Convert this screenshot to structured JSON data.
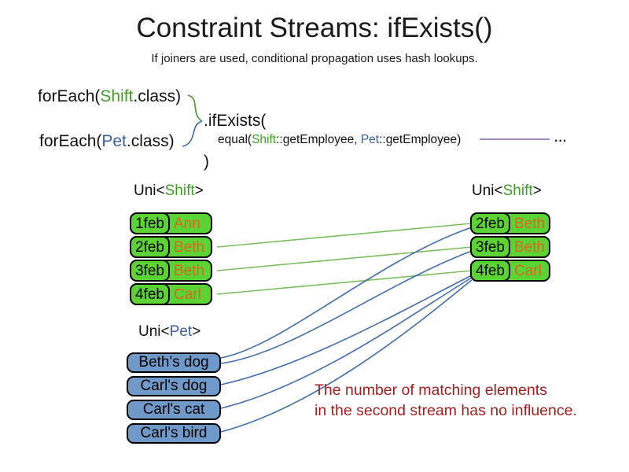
{
  "slide": {
    "title": "Constraint Streams: ifExists()",
    "subtitle": "If joiners are used, conditional propagation uses hash lookups."
  },
  "code": {
    "foreach_shift": {
      "prefix": "forEach(",
      "class_name": "Shift",
      "suffix": ".class)"
    },
    "foreach_pet": {
      "prefix": "forEach(",
      "class_name": "Pet",
      "suffix": ".class)"
    },
    "if_exists": ".ifExists(",
    "equal": {
      "prefix": "equal(",
      "shift_arg": "Shift",
      "mid": "::getEmployee, ",
      "pet_arg": "Pet",
      "suffix": "::getEmployee)"
    },
    "close_paren": ")",
    "ellipsis": "..."
  },
  "left_shift_table": {
    "header": {
      "prefix": "Uni<",
      "type": "Shift",
      "suffix": ">"
    },
    "rows": [
      {
        "date": "1feb",
        "name": "Ann"
      },
      {
        "date": "2feb",
        "name": "Beth"
      },
      {
        "date": "3feb",
        "name": "Beth"
      },
      {
        "date": "4feb",
        "name": "Carl"
      }
    ]
  },
  "right_shift_table": {
    "header": {
      "prefix": "Uni<",
      "type": "Shift",
      "suffix": ">"
    },
    "rows": [
      {
        "date": "2feb",
        "name": "Beth"
      },
      {
        "date": "3feb",
        "name": "Beth"
      },
      {
        "date": "4feb",
        "name": "Carl"
      }
    ]
  },
  "pet_table": {
    "header": {
      "prefix": "Uni<",
      "type": "Pet",
      "suffix": ">"
    },
    "rows": [
      "Beth's dog",
      "Carl's dog",
      "Carl's cat",
      "Carl's bird"
    ]
  },
  "note": {
    "line1": "The number of matching elements",
    "line2": "in the second stream has no influence."
  },
  "connections": {
    "shift_to_shift": [
      {
        "from": "left 2feb Beth",
        "to": "right 2feb Beth"
      },
      {
        "from": "left 3feb Beth",
        "to": "right 3feb Beth"
      },
      {
        "from": "left 4feb Carl",
        "to": "right 4feb Carl"
      }
    ],
    "pet_to_shift": [
      {
        "from": "Beth's dog",
        "to": "right 2feb Beth"
      },
      {
        "from": "Beth's dog",
        "to": "right 3feb Beth"
      },
      {
        "from": "Carl's dog",
        "to": "right 4feb Carl"
      },
      {
        "from": "Carl's cat",
        "to": "right 4feb Carl"
      },
      {
        "from": "Carl's bird",
        "to": "right 4feb Carl"
      }
    ]
  },
  "colors": {
    "shift_text_green": "#3f9e25",
    "pet_text_blue": "#3a5f9f",
    "box_green": "#5cd335",
    "box_blue": "#6e99c9",
    "name_orange": "#d9681a",
    "note_red": "#a61e1e",
    "line_green": "#7bbf5e",
    "line_blue": "#3f6cb2",
    "line_purple": "#8064a2"
  }
}
